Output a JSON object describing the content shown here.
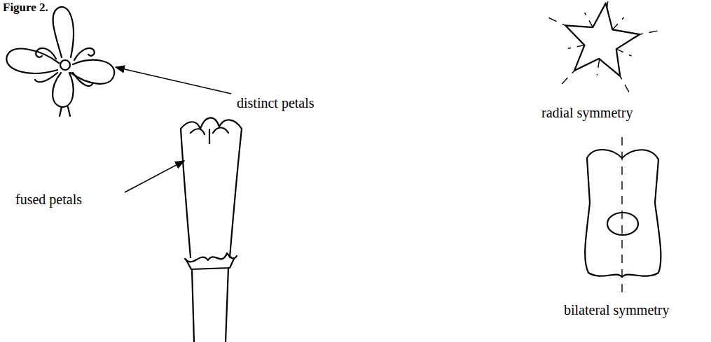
{
  "diagram": {
    "title": "Figure 2.",
    "labels": [
      "distinct petals",
      "fused petals",
      "radial symmetry",
      "bilateral symmetry"
    ]
  }
}
